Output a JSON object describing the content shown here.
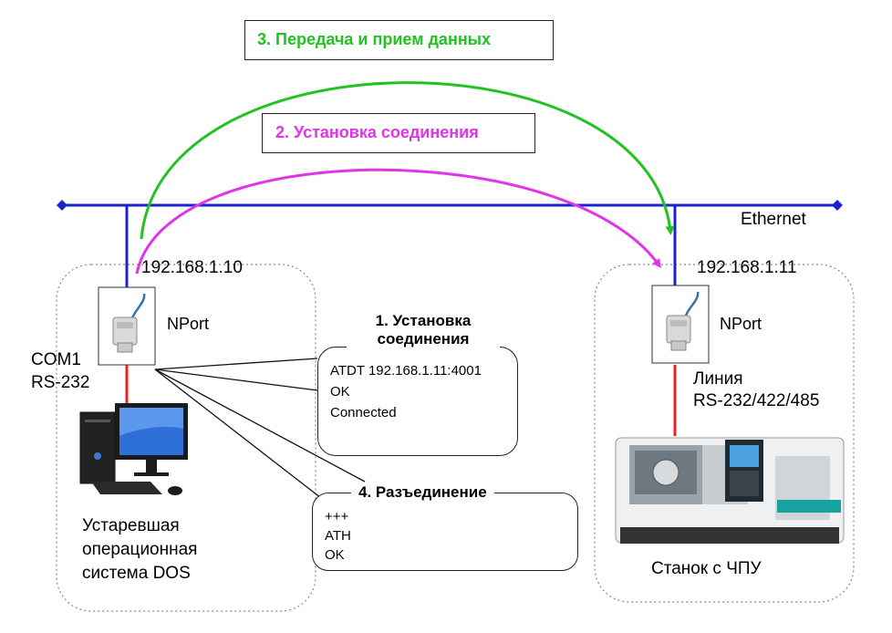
{
  "labels": {
    "step3": "3. Передача и прием данных",
    "step2": "2. Установка соединения",
    "step1_line1": "1. Установка",
    "step1_line2": "соединения",
    "step4": "4. Разъединение",
    "ethernet": "Ethernet",
    "left_ip": "192.168.1.10",
    "right_ip": "192.168.1.11",
    "left_nport": "NPort",
    "right_nport": "NPort",
    "com1": "COM1",
    "rs232": "RS-232",
    "line_label": "Линия",
    "line_standard": "RS-232/422/485",
    "dos_line1": "Устаревшая",
    "dos_line2": "операционная",
    "dos_line3": "система DOS",
    "cnc": "Станок с ЧПУ"
  },
  "connect_commands": [
    "ATDT 192.168.1.11:4001",
    "OK",
    "Connected"
  ],
  "disconnect_commands": [
    "+++",
    "ATH",
    "OK"
  ],
  "colors": {
    "step3_green": "#22c222",
    "step2_magenta": "#e233e8",
    "ethernet_blue": "#1a24cc",
    "serial_red": "#ee2222"
  },
  "icons": {
    "nport": "nport-device-icon",
    "pc": "desktop-computer-icon",
    "cnc": "cnc-lathe-icon"
  }
}
